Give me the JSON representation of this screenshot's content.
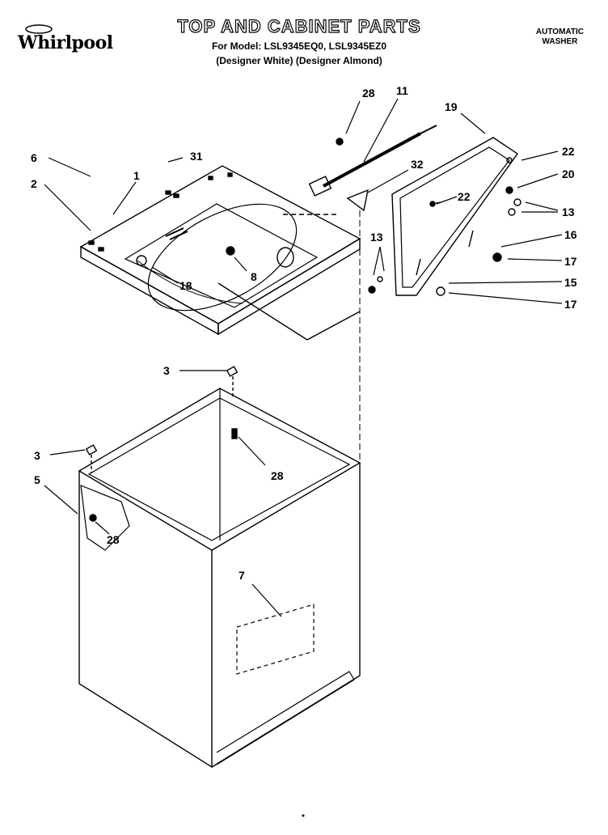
{
  "header": {
    "brand": "Whirlpool",
    "title": "TOP AND CABINET PARTS",
    "model_line": "For Model: LSL9345EQ0, LSL9345EZ0",
    "variant_line": "(Designer White) (Designer Almond)",
    "product_line1": "AUTOMATIC",
    "product_line2": "WASHER"
  },
  "callouts": {
    "c6": "6",
    "c2": "2",
    "c1": "1",
    "c31": "31",
    "c28a": "28",
    "c11": "11",
    "c19": "19",
    "c22a": "22",
    "c32": "32",
    "c22b": "22",
    "c20": "20",
    "c13a": "13",
    "c16": "16",
    "c13b": "13",
    "c17a": "17",
    "c15": "15",
    "c17b": "17",
    "c18": "18",
    "c8": "8",
    "c3a": "3",
    "c28b": "28",
    "c3b": "3",
    "c5": "5",
    "c28c": "28",
    "c7": "7"
  }
}
